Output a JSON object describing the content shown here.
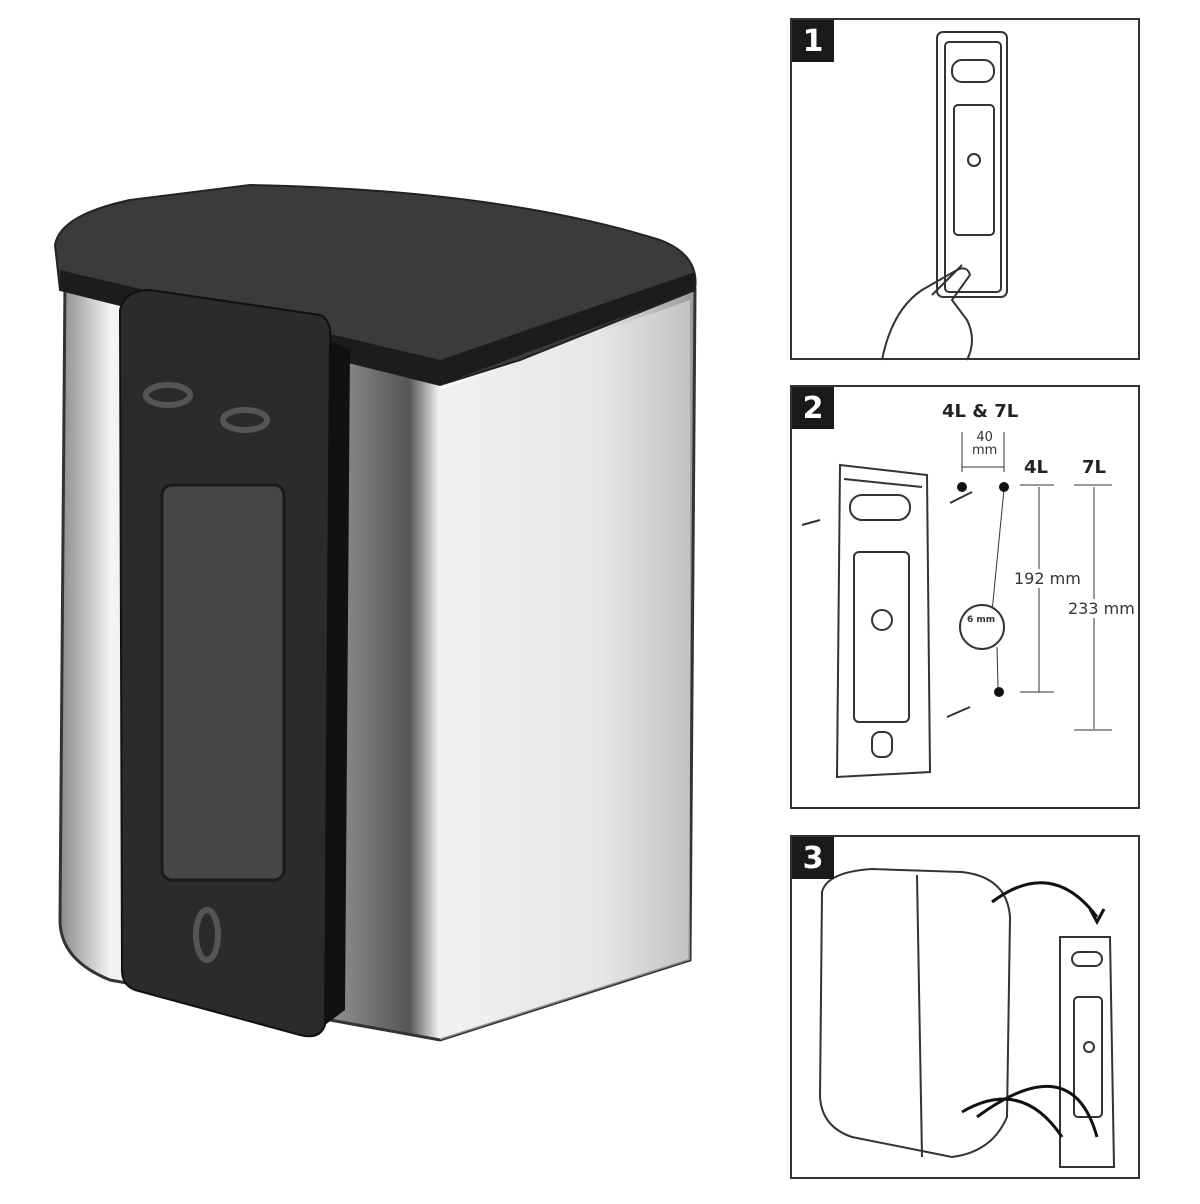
{
  "steps": [
    {
      "number": "1"
    },
    {
      "number": "2",
      "labels": {
        "both": "4L & 7L",
        "spacing_value": "40",
        "spacing_unit": "mm",
        "small": "4L",
        "large": "7L",
        "small_height": "192 mm",
        "large_height": "233 mm",
        "drill": "6 mm"
      }
    },
    {
      "number": "3"
    }
  ],
  "colors": {
    "lid": "#3a3a3a",
    "bracket": "#2b2b2b",
    "steel": "#d8d8d8",
    "badge": "#1a1a1a"
  }
}
